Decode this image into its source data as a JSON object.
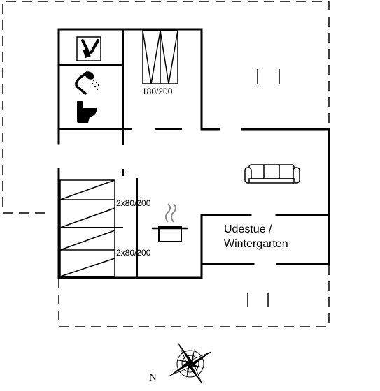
{
  "rooms": {
    "bedroom_top": {
      "bed_label": "180/200"
    },
    "bedroom_bunks": {
      "bed_label_upper": "2x80/200",
      "bed_label_lower": "2x80/200"
    },
    "sunroom": {
      "label_line1": "Udestue /",
      "label_line2": "Wintergarten"
    }
  },
  "compass": {
    "north_label": "N"
  },
  "icons": [
    "laundry-icon",
    "shower-icon",
    "toilet-icon",
    "double-bed-icon",
    "bunk-bed-icon",
    "sofa-icon",
    "cooking-pot-icon",
    "compass-rose-icon"
  ],
  "colors": {
    "wall": "#000000",
    "background": "#ffffff"
  }
}
